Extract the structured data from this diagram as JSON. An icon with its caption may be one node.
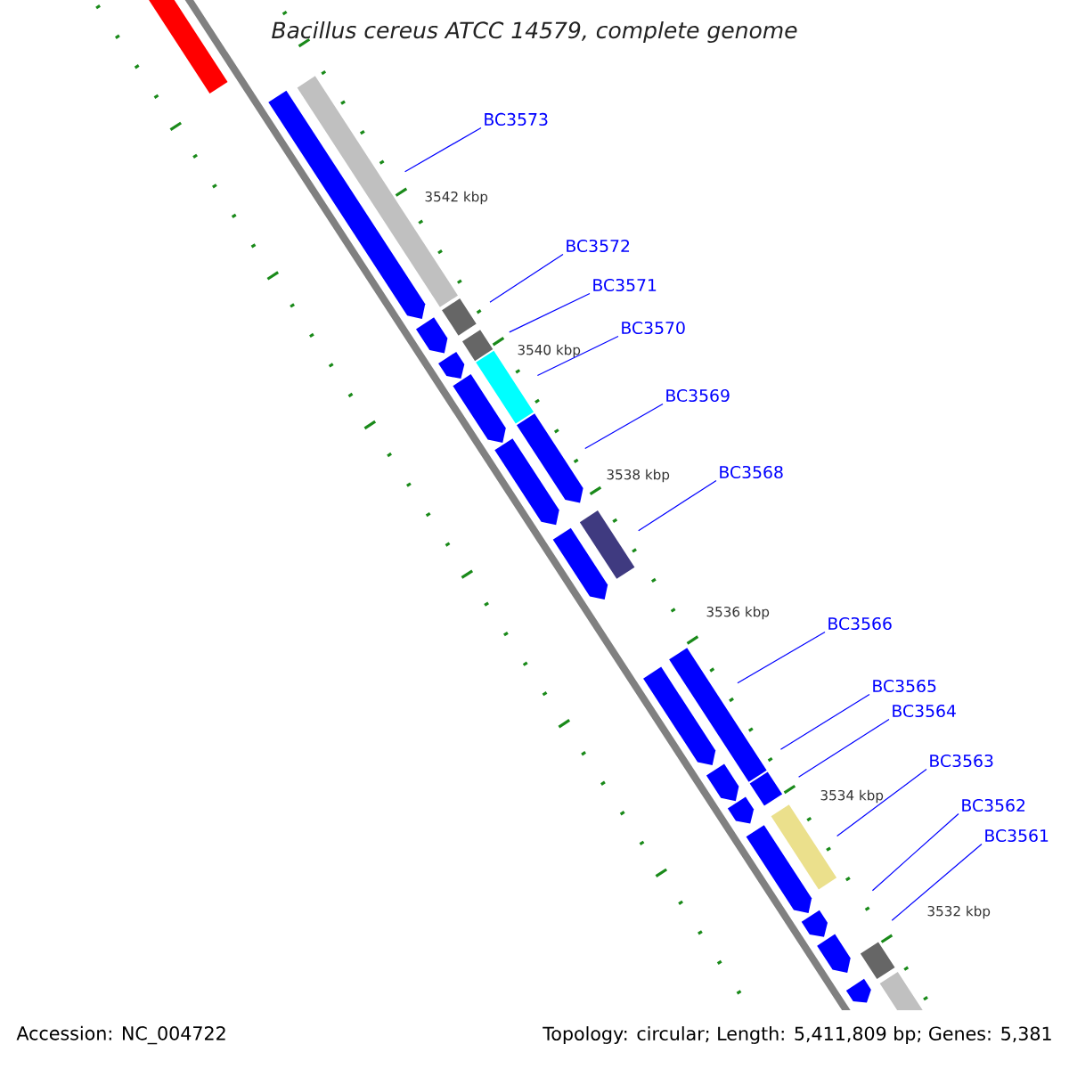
{
  "diagram": {
    "title": "Bacillus cereus ATCC 14579, complete genome",
    "nodes": [
      {
        "text": [
          "BC3573"
        ]
      },
      {
        "text": [
          "BC3572"
        ]
      },
      {
        "text": [
          "BC3571"
        ]
      },
      {
        "text": [
          "BC3570"
        ]
      },
      {
        "text": [
          "BC3569"
        ]
      },
      {
        "text": [
          "BC3568"
        ]
      },
      {
        "text": [
          "BC3566"
        ]
      },
      {
        "text": [
          "BC3565"
        ]
      },
      {
        "text": [
          "BC3564"
        ]
      },
      {
        "text": [
          "BC3563"
        ]
      },
      {
        "text": [
          "BC3562"
        ]
      },
      {
        "text": [
          "BC3561"
        ]
      }
    ],
    "edges": [
      {
        "from": 0,
        "to": null,
        "arrow": "none"
      },
      {
        "from": 1,
        "to": null,
        "arrow": "none"
      },
      {
        "from": 2,
        "to": null,
        "arrow": "none"
      },
      {
        "from": 3,
        "to": null,
        "arrow": "none"
      },
      {
        "from": 4,
        "to": null,
        "arrow": "none"
      },
      {
        "from": 5,
        "to": null,
        "arrow": "none"
      },
      {
        "from": 6,
        "to": null,
        "arrow": "none"
      },
      {
        "from": 7,
        "to": null,
        "arrow": "none"
      },
      {
        "from": 8,
        "to": null,
        "arrow": "none"
      },
      {
        "from": 9,
        "to": null,
        "arrow": "none"
      },
      {
        "from": 10,
        "to": null,
        "arrow": "none"
      },
      {
        "from": 11,
        "to": null,
        "arrow": "none"
      }
    ],
    "labels": [
      "3542 kbp",
      "3540 kbp",
      "3538 kbp",
      "3536 kbp",
      "3534 kbp",
      "3532 kbp",
      "Accession: NC_004722",
      "Topology: circular; Length: 5,411,809 bp; Genes: 5,381"
    ]
  }
}
